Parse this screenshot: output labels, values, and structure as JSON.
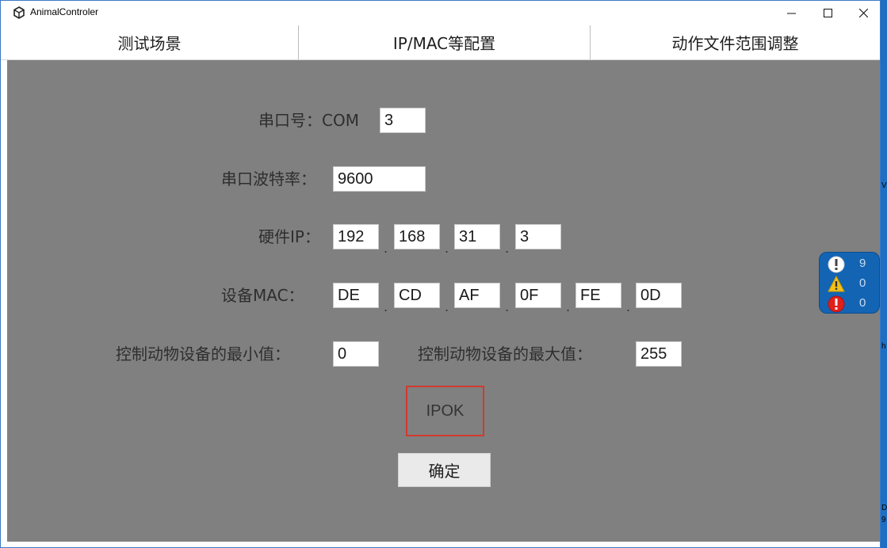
{
  "window": {
    "title": "AnimalControler"
  },
  "tabs": [
    "测试场景",
    "IP/MAC等配置",
    "动作文件范围调整"
  ],
  "form": {
    "serial_port": {
      "label": "串口号：COM",
      "value": "3"
    },
    "baud_rate": {
      "label": "串口波特率：",
      "value": "9600"
    },
    "hardware_ip": {
      "label": "硬件IP：",
      "octets": [
        "192",
        "168",
        "31",
        "3"
      ],
      "separator": "."
    },
    "device_mac": {
      "label": "设备MAC：",
      "parts": [
        "DE",
        "CD",
        "AF",
        "0F",
        "FE",
        "0D"
      ],
      "separator": "."
    },
    "min_value": {
      "label": "控制动物设备的最小值：",
      "value": "0"
    },
    "max_value": {
      "label": "控制动物设备的最大值：",
      "value": "255"
    }
  },
  "status_text": "IPOK",
  "confirm_label": "确定",
  "console_counts": {
    "info": "9",
    "warning": "0",
    "error": "0"
  },
  "edge_text": [
    "V",
    "h",
    "D",
    "9"
  ],
  "colors": {
    "panel": "#808080",
    "status_border": "#d23a2e",
    "console_bg": "#1464b4",
    "desktop": "#1e6fc4"
  }
}
